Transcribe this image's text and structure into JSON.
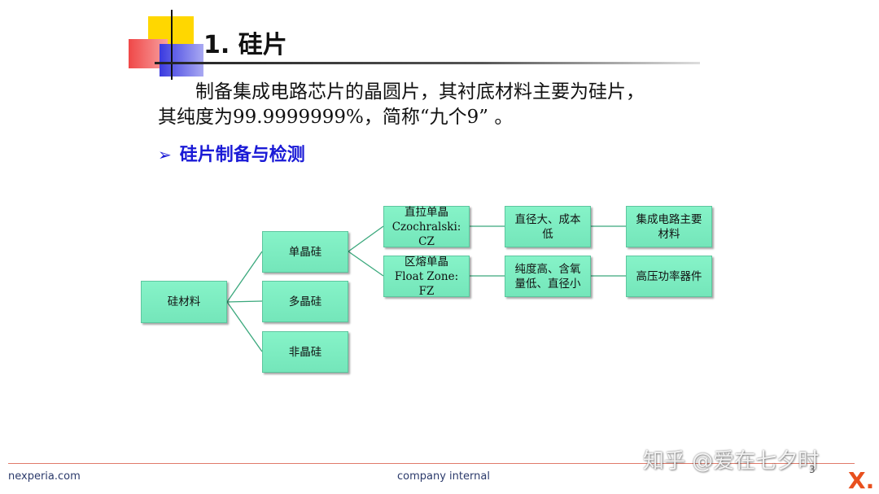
{
  "slide": {
    "title": "1. 硅片",
    "paragraph_line1": "制备集成电路芯片的晶圆片，其衬底材料主要为硅片，",
    "paragraph_line2": "其纯度为99.9999999%，简称“九个9” 。",
    "bullet": "硅片制备与检测",
    "bullet_icon": "arrow-bullet-icon"
  },
  "diagram": {
    "root": "硅材料",
    "branches": [
      "单晶硅",
      "多晶硅",
      "非晶硅"
    ],
    "methods": [
      {
        "line1": "直拉单晶",
        "line2": "Czochralski: CZ"
      },
      {
        "line1": "区熔单晶",
        "line2": "Float Zone: FZ"
      }
    ],
    "features": [
      {
        "line1": "直径大、成本",
        "line2": "低"
      },
      {
        "line1": "纯度高、含氧",
        "line2": "量低、直径小"
      }
    ],
    "applications": [
      {
        "line1": "集成电路主要",
        "line2": "材料"
      },
      {
        "line1": "高压功率器件",
        "line2": ""
      }
    ]
  },
  "footer": {
    "left": "nexperia.com",
    "center": "company internal",
    "page": "3",
    "logo": "X."
  },
  "watermark": "知乎 @爱在七夕时",
  "colors": {
    "node_fill": "#7eeec3",
    "bullet_blue": "#1a1ad6",
    "logo_orange": "#e8501e",
    "deco_yellow": "#ffd700",
    "deco_red": "#f04848",
    "deco_blue": "#3a3ae0"
  }
}
